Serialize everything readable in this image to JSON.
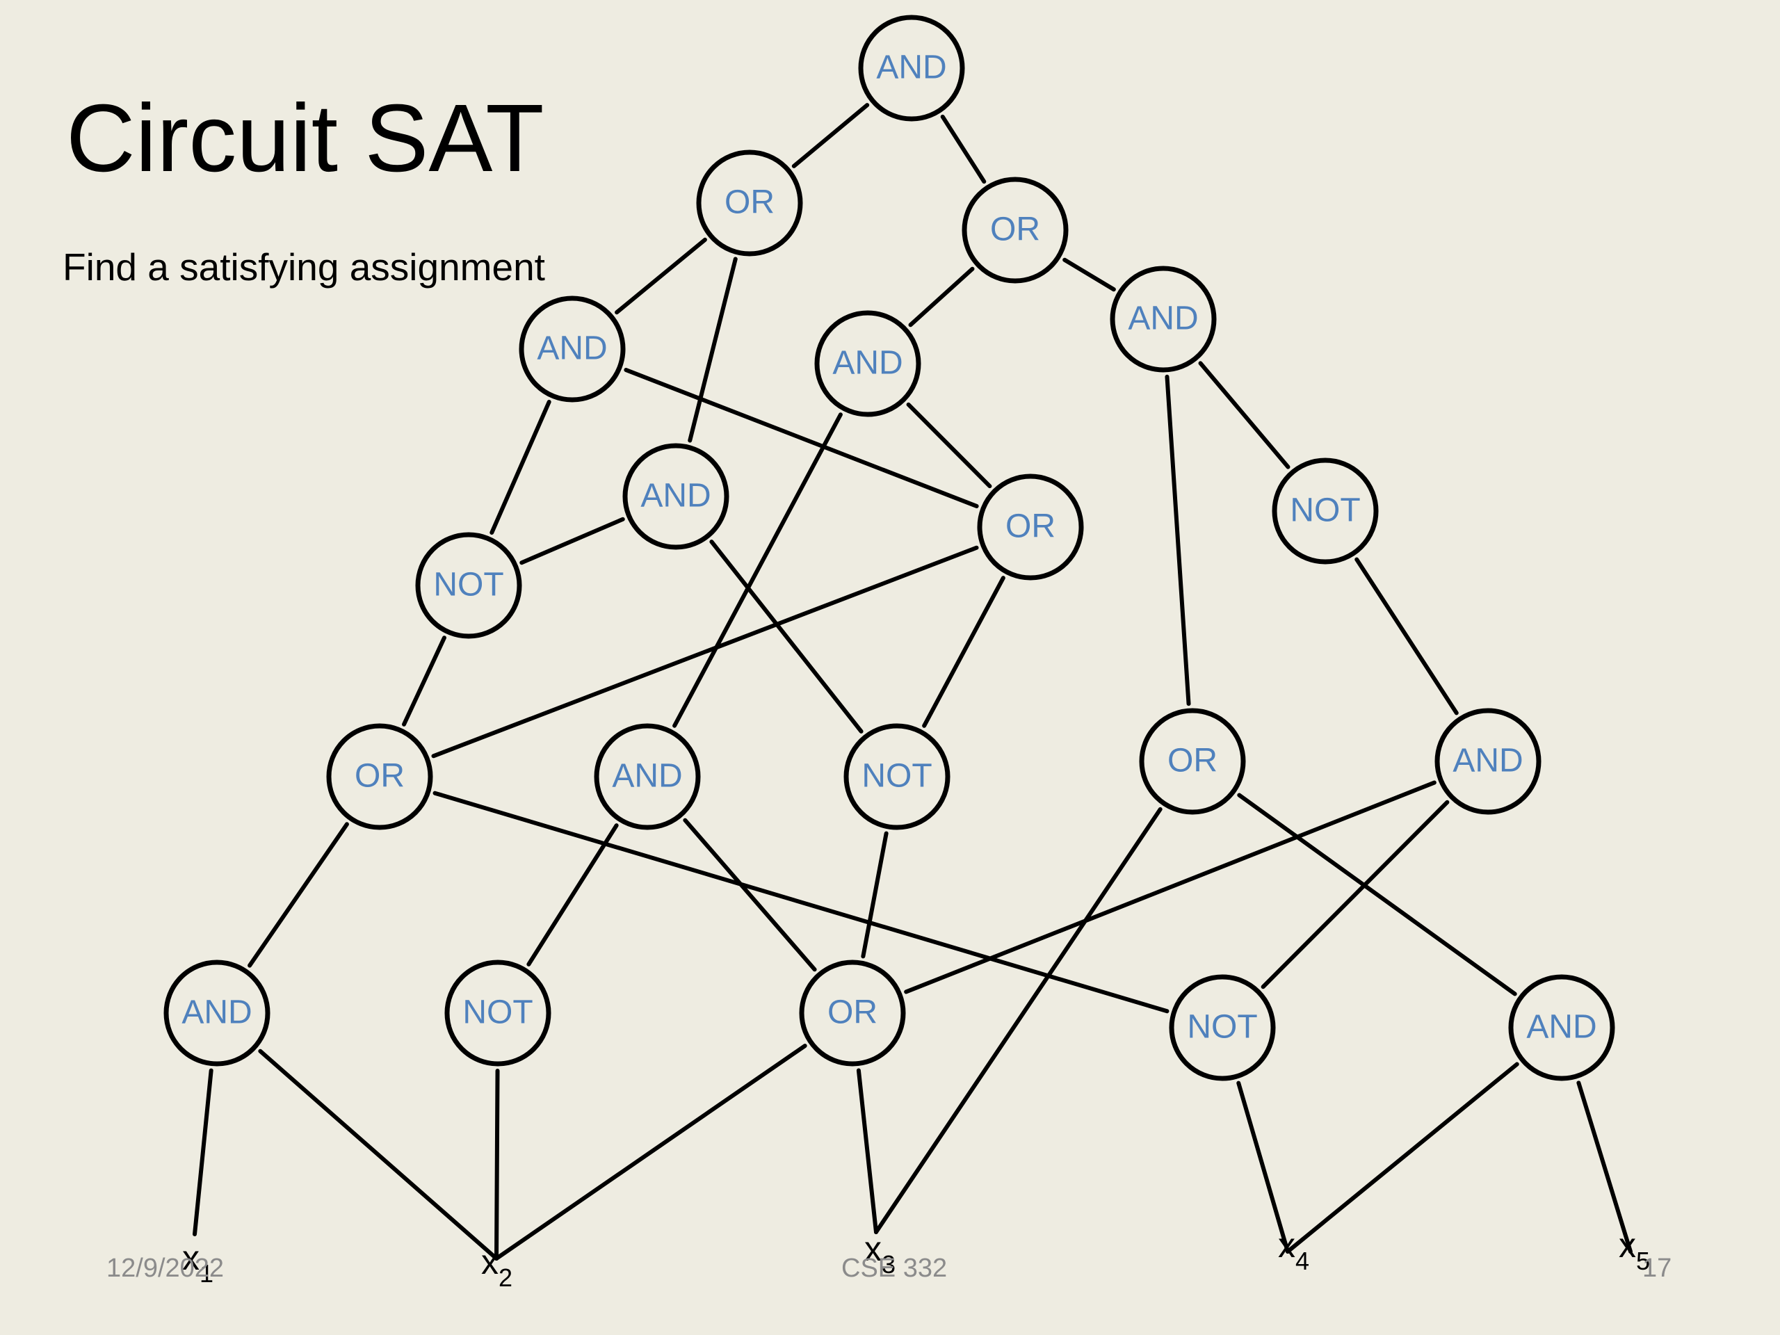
{
  "slide": {
    "title": "Circuit SAT",
    "subtitle": "Find a satisfying assignment",
    "footer": {
      "date": "12/9/2022",
      "course": "CSE 332",
      "page": "17"
    }
  },
  "colors": {
    "background": "#eeece1",
    "gate_text": "#4f81bd",
    "line": "#000000",
    "footer_text": "#8b8b8b"
  },
  "circuit": {
    "gates": [
      {
        "id": "g1",
        "label": "AND"
      },
      {
        "id": "g2",
        "label": "OR"
      },
      {
        "id": "g3",
        "label": "OR"
      },
      {
        "id": "g4",
        "label": "AND"
      },
      {
        "id": "g5",
        "label": "AND"
      },
      {
        "id": "g6",
        "label": "AND"
      },
      {
        "id": "g7",
        "label": "AND"
      },
      {
        "id": "g8",
        "label": "OR"
      },
      {
        "id": "g9",
        "label": "NOT"
      },
      {
        "id": "g10",
        "label": "NOT"
      },
      {
        "id": "g11",
        "label": "OR"
      },
      {
        "id": "g12",
        "label": "AND"
      },
      {
        "id": "g13",
        "label": "NOT"
      },
      {
        "id": "g14",
        "label": "OR"
      },
      {
        "id": "g15",
        "label": "AND"
      },
      {
        "id": "g16",
        "label": "AND"
      },
      {
        "id": "g17",
        "label": "NOT"
      },
      {
        "id": "g18",
        "label": "OR"
      },
      {
        "id": "g19",
        "label": "NOT"
      },
      {
        "id": "g20",
        "label": "AND"
      }
    ],
    "inputs": [
      {
        "id": "x1",
        "base": "x",
        "sub": "1"
      },
      {
        "id": "x2",
        "base": "x",
        "sub": "2"
      },
      {
        "id": "x3",
        "base": "x",
        "sub": "3"
      },
      {
        "id": "x4",
        "base": "x",
        "sub": "4"
      },
      {
        "id": "x5",
        "base": "x",
        "sub": "5"
      }
    ],
    "wires": [
      [
        "g1",
        "g2"
      ],
      [
        "g1",
        "g3"
      ],
      [
        "g2",
        "g4"
      ],
      [
        "g2",
        "g6"
      ],
      [
        "g3",
        "g5"
      ],
      [
        "g3",
        "g7"
      ],
      [
        "g4",
        "g10"
      ],
      [
        "g4",
        "g8"
      ],
      [
        "g5",
        "g8"
      ],
      [
        "g5",
        "g12"
      ],
      [
        "g7",
        "g14"
      ],
      [
        "g7",
        "g9"
      ],
      [
        "g6",
        "g10"
      ],
      [
        "g6",
        "g13"
      ],
      [
        "g8",
        "g11"
      ],
      [
        "g8",
        "g13"
      ],
      [
        "g9",
        "g15"
      ],
      [
        "g10",
        "g11"
      ],
      [
        "g11",
        "g16"
      ],
      [
        "g11",
        "g19"
      ],
      [
        "g12",
        "g17"
      ],
      [
        "g12",
        "g18"
      ],
      [
        "g13",
        "g18"
      ],
      [
        "g14",
        "x3"
      ],
      [
        "g14",
        "g20"
      ],
      [
        "g15",
        "g18"
      ],
      [
        "g15",
        "g19"
      ],
      [
        "g16",
        "x1"
      ],
      [
        "g16",
        "x2"
      ],
      [
        "g17",
        "x2"
      ],
      [
        "g18",
        "x2"
      ],
      [
        "g18",
        "x3"
      ],
      [
        "g19",
        "x4"
      ],
      [
        "g20",
        "x4"
      ],
      [
        "g20",
        "x5"
      ]
    ]
  }
}
